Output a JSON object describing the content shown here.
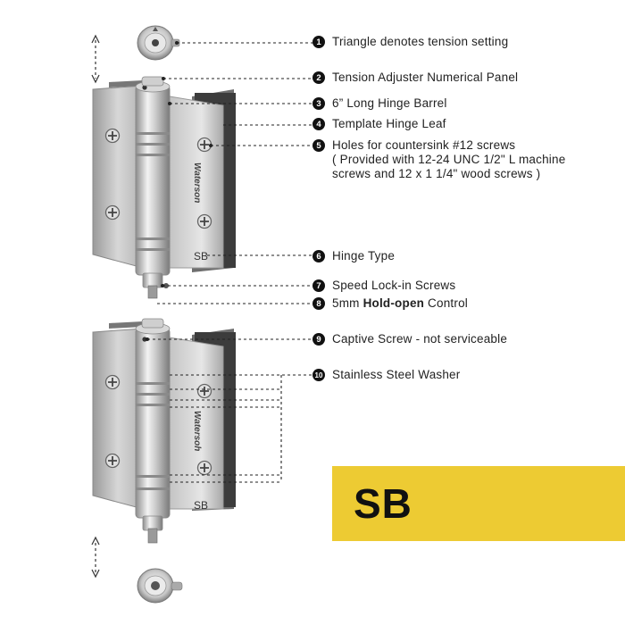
{
  "callouts": [
    {
      "num": "1",
      "text": "Triangle denotes tension setting"
    },
    {
      "num": "2",
      "text": "Tension Adjuster Numerical Panel"
    },
    {
      "num": "3",
      "text": "6” Long Hinge Barrel"
    },
    {
      "num": "4",
      "text": "Template Hinge Leaf"
    },
    {
      "num": "5",
      "text": "Holes for countersink #12 screws",
      "sub1": "( Provided with 12-24 UNC 1/2\" L machine",
      "sub2": "screws and 12 x 1 1/4\" wood screws )"
    },
    {
      "num": "6",
      "text": "Hinge Type"
    },
    {
      "num": "7",
      "text": "Speed Lock-in Screws"
    },
    {
      "num": "8",
      "text_plain": "5mm ",
      "text_bold": "Hold-open",
      "text_tail": " Control"
    },
    {
      "num": "9",
      "text": "Captive Screw - not serviceable"
    },
    {
      "num": "10",
      "text": "Stainless Steel Washer"
    }
  ],
  "hinge_top": {
    "type_mark": "SB",
    "brand": "Waterson"
  },
  "hinge_bottom": {
    "type_mark": "SB",
    "brand": "Watersoh"
  },
  "badge": {
    "label": "SB",
    "color": "#edcb33"
  }
}
